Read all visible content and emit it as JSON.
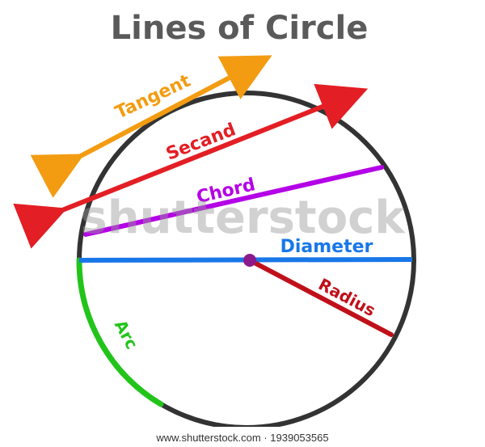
{
  "title": "Lines of Circle",
  "labels": {
    "tangent": "Tangent",
    "secant": "Secand",
    "chord": "Chord",
    "diameter": "Diameter",
    "radius": "Radius",
    "arc": "Arc"
  },
  "watermark": "shutterstock",
  "footer": "www.shutterstock.com · 1939053565",
  "colors": {
    "title": "#5a5a5a",
    "circle": "#333333",
    "tangent": "#f39c12",
    "secant": "#e31e24",
    "secant_arrow": "#e31e24",
    "chord": "#b400e6",
    "diameter": "#1877e8",
    "radius": "#c0101a",
    "arc": "#22c41a",
    "center": "#8b1a8b"
  }
}
